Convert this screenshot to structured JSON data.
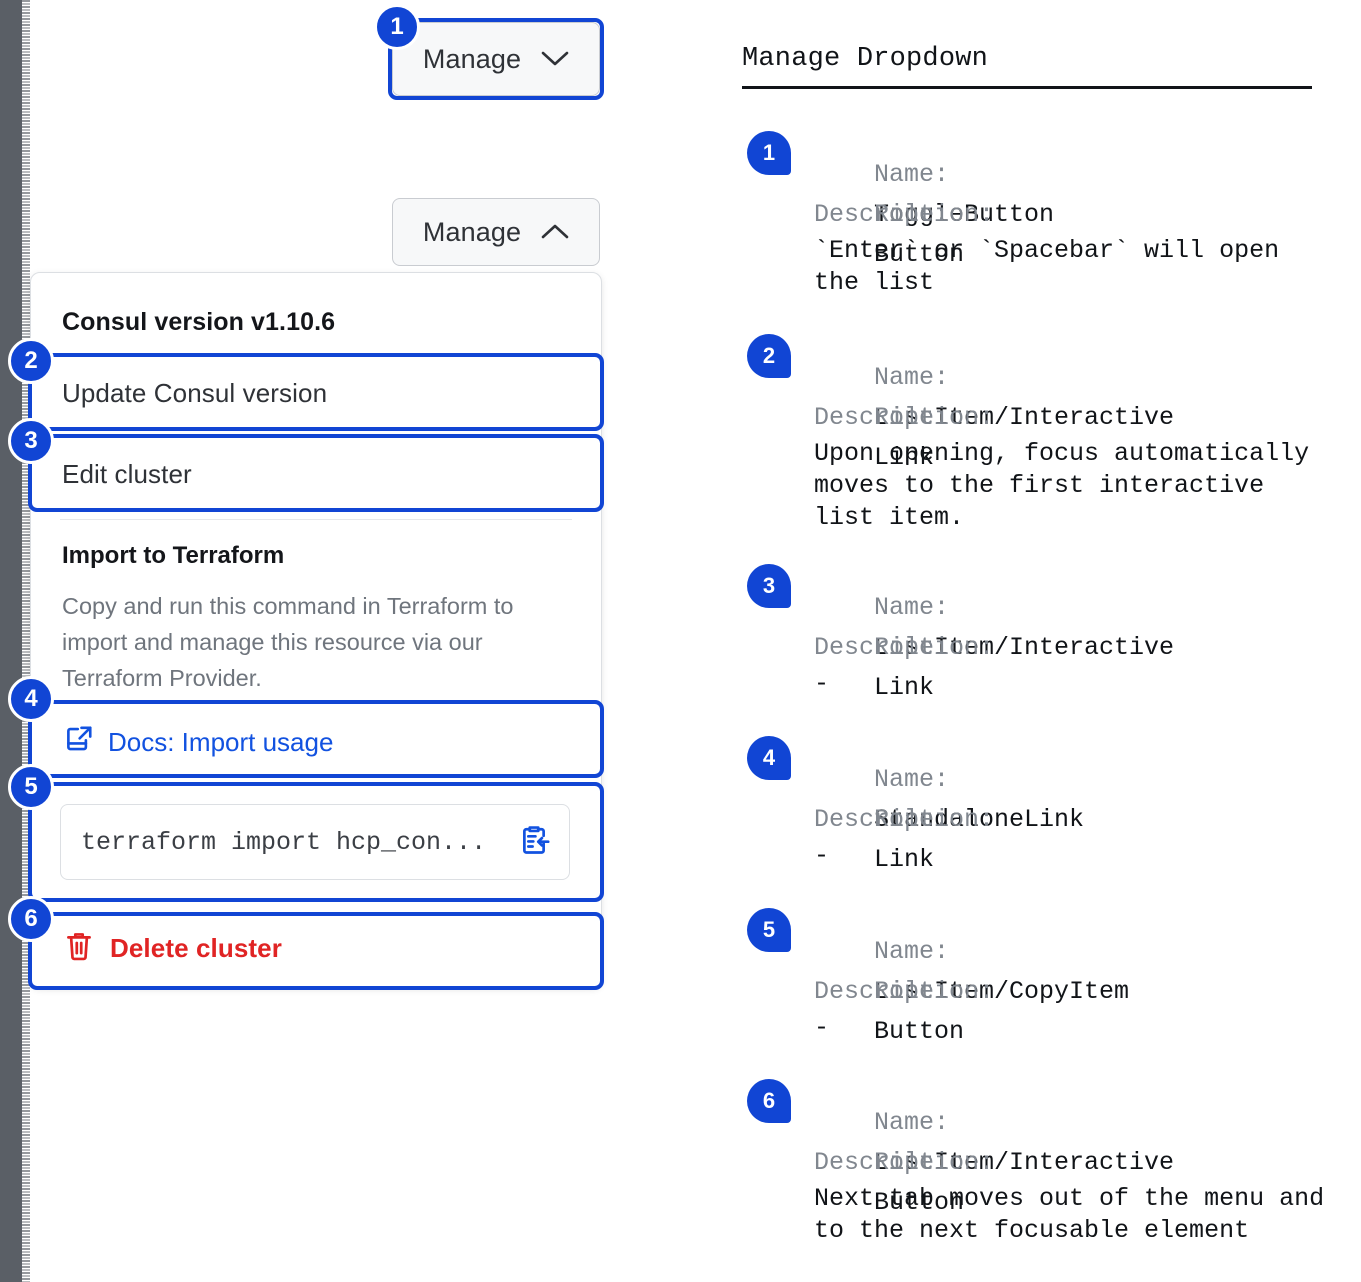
{
  "left": {
    "toggle_top": {
      "label": "Manage",
      "icon": "chevron-down-icon",
      "badge": "1"
    },
    "toggle_open": {
      "label": "Manage",
      "icon": "chevron-up-icon"
    },
    "dropdown": {
      "header": "Consul version v1.10.6",
      "items": [
        {
          "label": "Update Consul version",
          "badge": "2"
        },
        {
          "label": "Edit cluster",
          "badge": "3"
        }
      ],
      "terraform": {
        "title": "Import to Terraform",
        "description": "Copy and run this command in Terraform to import and manage this resource via our Terraform Provider.",
        "docs_link": "Docs: Import usage",
        "docs_badge": "4",
        "command": "terraform import hcp_con...",
        "command_badge": "5",
        "copy_icon": "clipboard-import-icon",
        "docs_icon": "external-link-docs-icon"
      },
      "delete": {
        "label": "Delete cluster",
        "badge": "6",
        "icon": "trash-icon"
      }
    }
  },
  "annotations": {
    "title": "Manage Dropdown",
    "labels": {
      "name": "Name:",
      "role": "Role:",
      "description": "Description:"
    },
    "items": [
      {
        "badge": "1",
        "name": "ToggleButton",
        "role": "Button",
        "description": "`Enter` or `Spacebar` will open\nthe list"
      },
      {
        "badge": "2",
        "name": "ListItem/Interactive",
        "role": "Link",
        "description": "Upon opening, focus automatically\nmoves to the first interactive\nlist item."
      },
      {
        "badge": "3",
        "name": "ListItem/Interactive",
        "role": "Link",
        "description": "-"
      },
      {
        "badge": "4",
        "name": "StandaloneLink",
        "role": "Link",
        "description": "-"
      },
      {
        "badge": "5",
        "name": "ListItem/CopyItem",
        "role": "Button",
        "description": "-"
      },
      {
        "badge": "6",
        "name": "ListItem/Interactive",
        "role": "Button",
        "description": "Next tab moves out of the menu and\nto the next focusable element"
      }
    ]
  },
  "colors": {
    "accent_blue": "#1145d4",
    "link_blue": "#1252e0",
    "danger_red": "#e02424",
    "muted_gray": "#81878f",
    "panel_border": "#dcdfe3"
  }
}
